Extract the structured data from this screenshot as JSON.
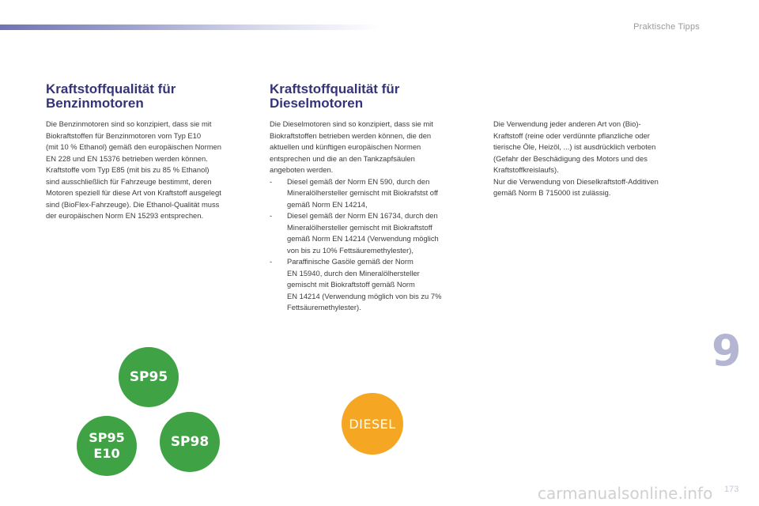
{
  "header": {
    "section_label": "Praktische Tipps"
  },
  "petrol": {
    "title_lines": [
      "Kraftstoffqualität für",
      "Benzinmotoren"
    ],
    "body_lines": [
      "Die Benzinmotoren sind so konzipiert, dass sie mit",
      "Biokraftstoffen für Benzinmotoren vom Typ E10",
      "(mit 10 % Ethanol) gemäß den europäischen Normen",
      "EN 228 und EN 15376 betrieben werden können.",
      "Kraftstoffe vom Typ E85 (mit bis zu 85 % Ethanol)",
      "sind ausschließlich für Fahrzeuge bestimmt, deren",
      "Motoren speziell für diese Art von Kraftstoff ausgelegt",
      "sind (BioFlex-Fahrzeuge). Die Ethanol-Qualität muss",
      "der europäischen Norm EN 15293 entsprechen."
    ]
  },
  "diesel": {
    "title_lines": [
      "Kraftstoffqualität für",
      "Dieselmotoren"
    ],
    "intro_lines": [
      "Die Dieselmotoren sind so konzipiert, dass sie mit",
      "Biokraftstoffen betrieben werden können, die den",
      "aktuellen und künftigen europäischen Normen",
      "entsprechen und die an den Tankzapfsäulen",
      "angeboten werden."
    ],
    "dash": "-",
    "items": [
      {
        "lines": [
          "Diesel gemäß der Norm EN 590, durch den",
          "Mineralölhersteller gemischt mit Biokrafstst off",
          "gemäß Norm EN 14214,"
        ]
      },
      {
        "lines": [
          "Diesel gemäß der Norm EN 16734, durch den",
          "Mineralölhersteller gemischt mit Biokraftstoff",
          "gemäß Norm EN 14214 (Verwendung möglich",
          "von bis zu 10% Fettsäuremethylester),"
        ]
      },
      {
        "lines": [
          "Paraffinische Gasöle gemäß der Norm",
          "EN 15940, durch den Mineralölhersteller",
          "gemischt mit Biokraftstoff gemäß Norm",
          "EN 14214 (Verwendung möglich von bis zu 7%",
          "Fettsäuremethylester)."
        ]
      }
    ],
    "note_lines": [
      "Die Verwendung jeder anderen Art von (Bio)-",
      "Kraftstoff (reine oder verdünnte pflanzliche oder",
      "tierische Öle, Heizöl, ...) ist ausdrücklich verboten",
      "(Gefahr der Beschädigung des Motors und des",
      "Kraftstoffkreislaufs).",
      "Nur die Verwendung von Dieselkraftstoff-Additiven",
      "gemäß Norm B 715000 ist zulässig."
    ]
  },
  "labels": {
    "sp95": "SP95",
    "sp95e10_line1": "SP95",
    "sp95e10_line2": "E10",
    "sp98": "SP98",
    "diesel": "DIESEL"
  },
  "colors": {
    "petrol_green": "#3fa345",
    "diesel_orange": "#f5a623",
    "title_navy": "#35347a"
  },
  "footer": {
    "chapter_number": "9",
    "page_number": "173",
    "watermark": "carmanualsonline.info"
  }
}
